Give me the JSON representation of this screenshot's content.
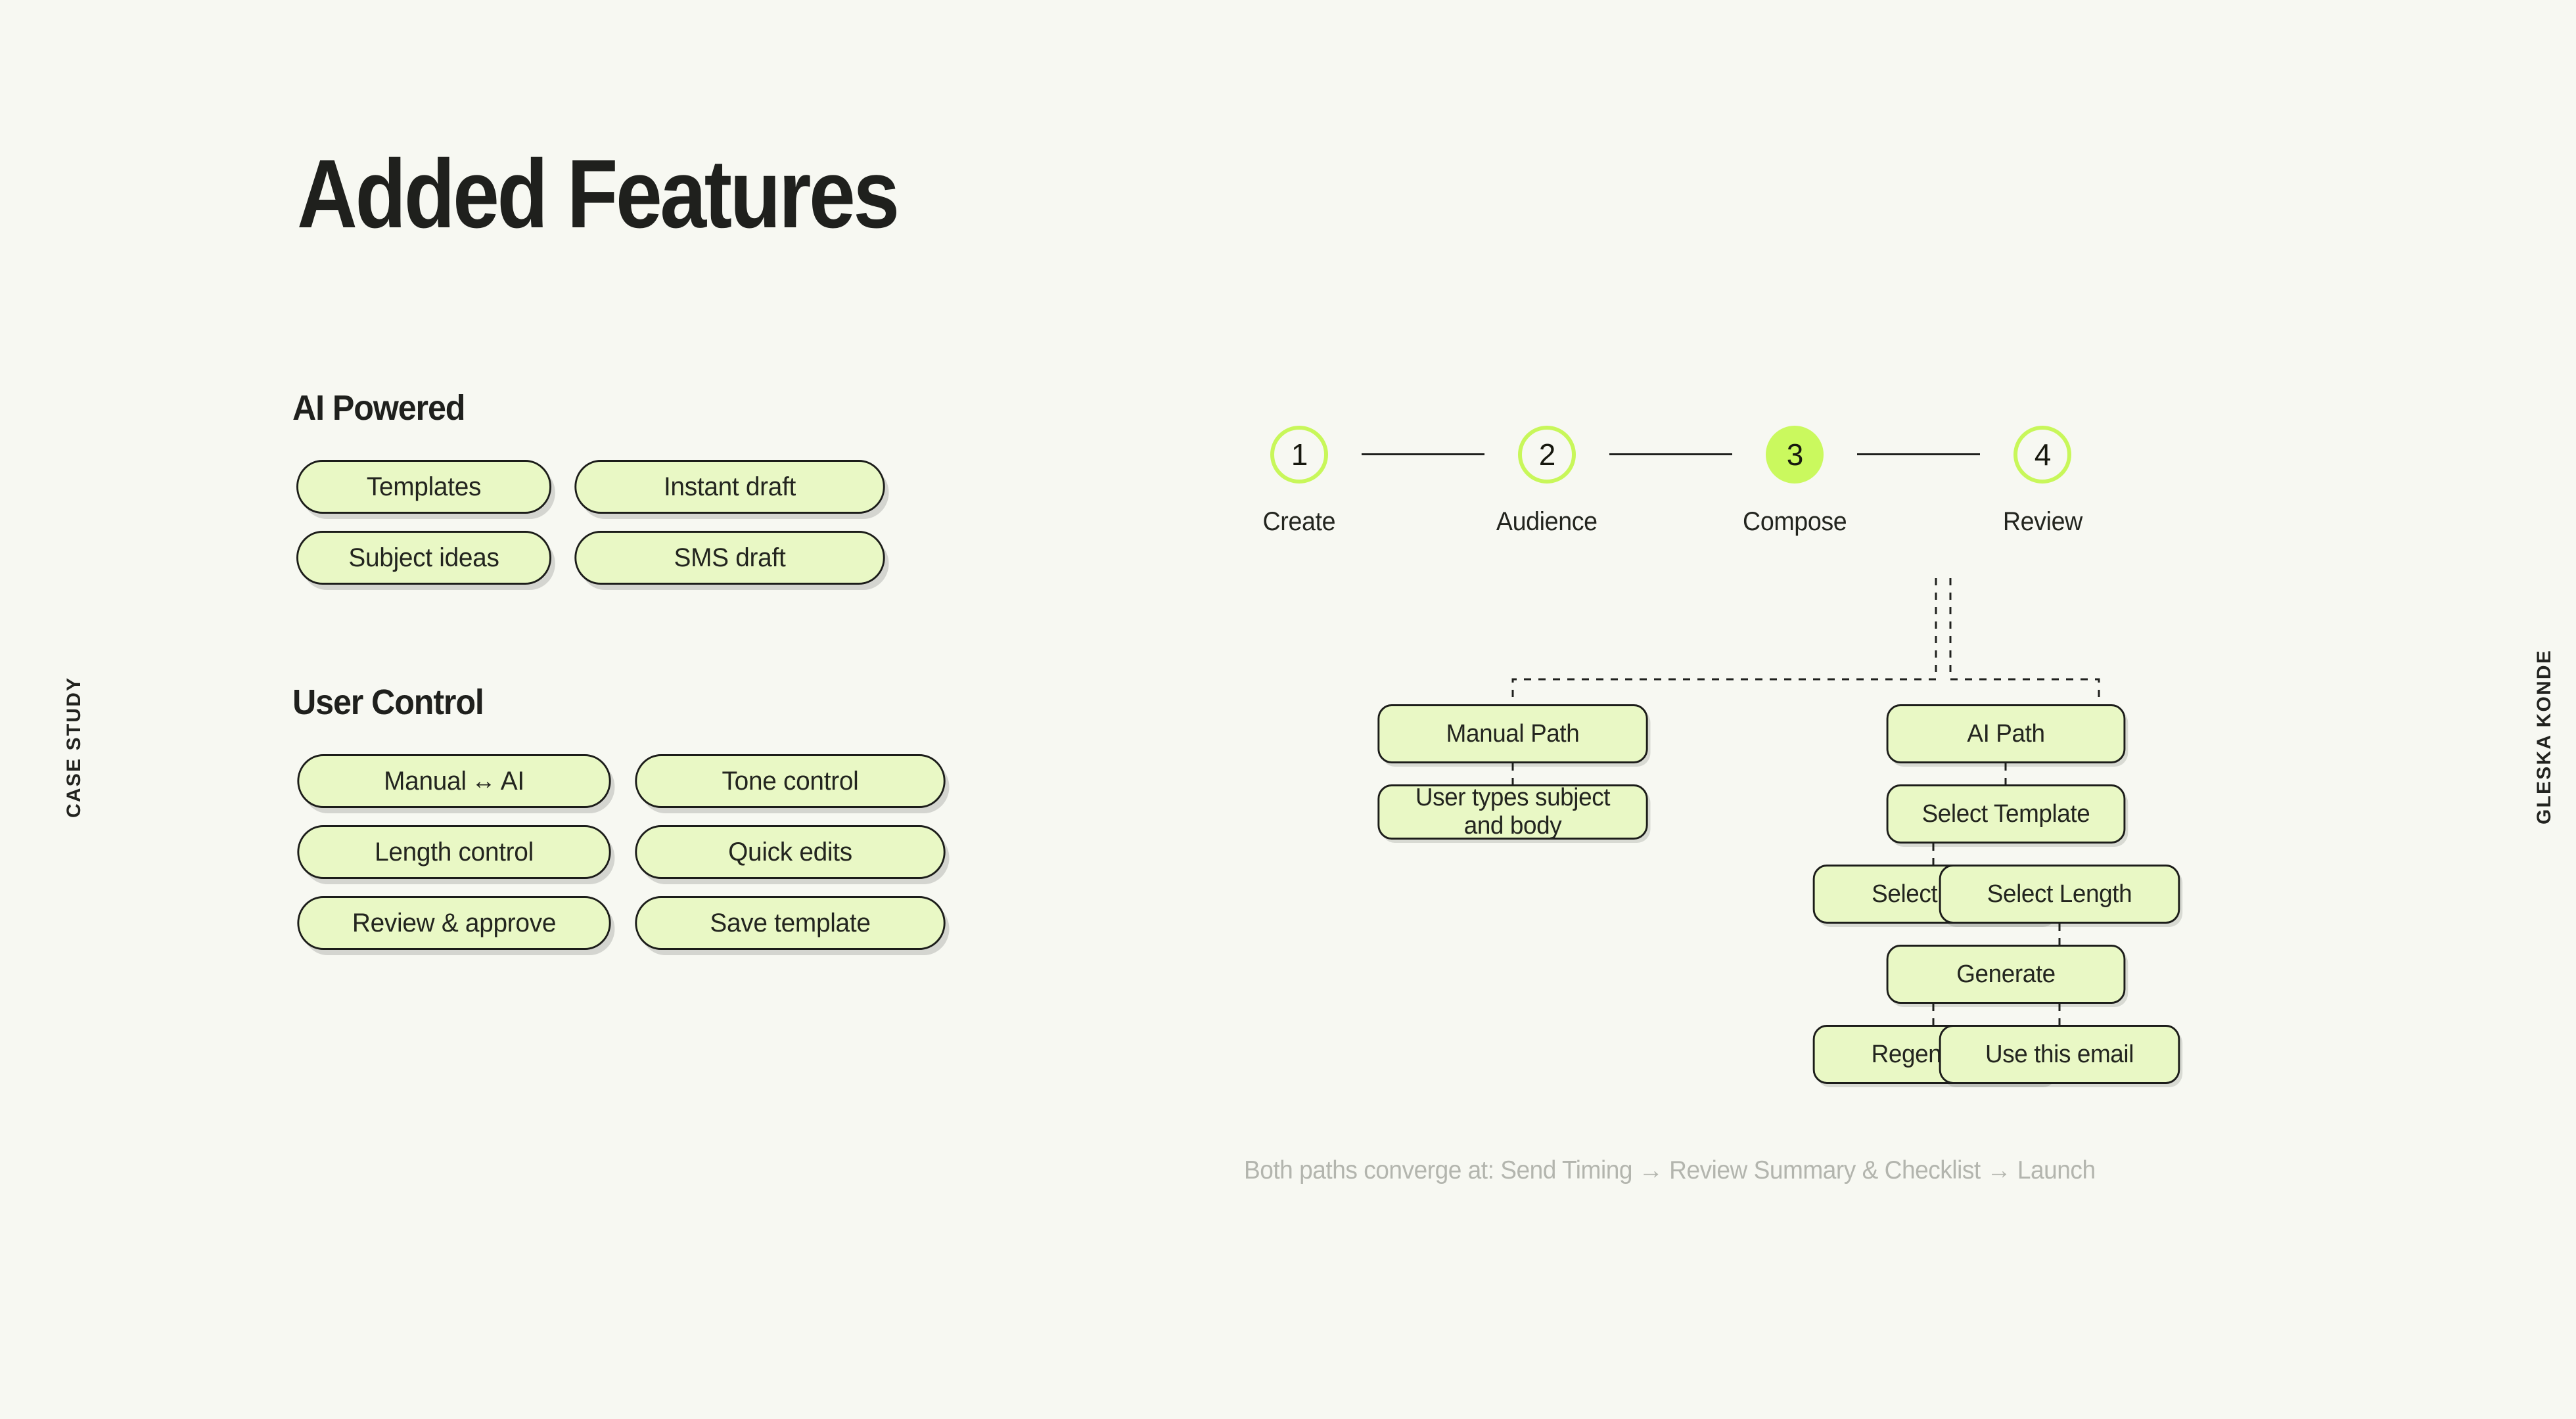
{
  "meta": {
    "left_rail": "CASE STUDY",
    "right_rail": "GLESKA KONDE",
    "background": "#f7f8f2",
    "accent_pill": "#e9f8c5",
    "accent_active": "#caf95e",
    "ink": "#1f201d"
  },
  "title": "Added Features",
  "sections": [
    {
      "heading": "AI Powered",
      "pills": [
        {
          "label": "Templates"
        },
        {
          "label": "Instant draft"
        },
        {
          "label": "Subject ideas"
        },
        {
          "label": "SMS draft"
        }
      ]
    },
    {
      "heading": "User Control",
      "pills": [
        {
          "label": "Manual",
          "arrow": "↔",
          "label2": "AI"
        },
        {
          "label": "Tone control"
        },
        {
          "label": "Length control"
        },
        {
          "label": "Quick edits"
        },
        {
          "label": "Review & approve"
        },
        {
          "label": "Save template"
        }
      ]
    }
  ],
  "stepper": {
    "steps": [
      {
        "number": "1",
        "label": "Create",
        "active": false
      },
      {
        "number": "2",
        "label": "Audience",
        "active": false
      },
      {
        "number": "3",
        "label": "Compose",
        "active": true
      },
      {
        "number": "4",
        "label": "Review",
        "active": false
      }
    ]
  },
  "flow": {
    "manual": {
      "path_label": "Manual Path",
      "step_line1": "User types subject",
      "step_line2": "and body"
    },
    "ai": {
      "path_label": "AI Path",
      "select_template": "Select Template",
      "select_tone": "Select Tone",
      "select_length": "Select Length",
      "generate": "Generate",
      "regenerate": "Regenerate",
      "use_this_email": "Use this email"
    }
  },
  "converge_note": "Both paths converge at: Send Timing → Review Summary & Checklist → Launch"
}
